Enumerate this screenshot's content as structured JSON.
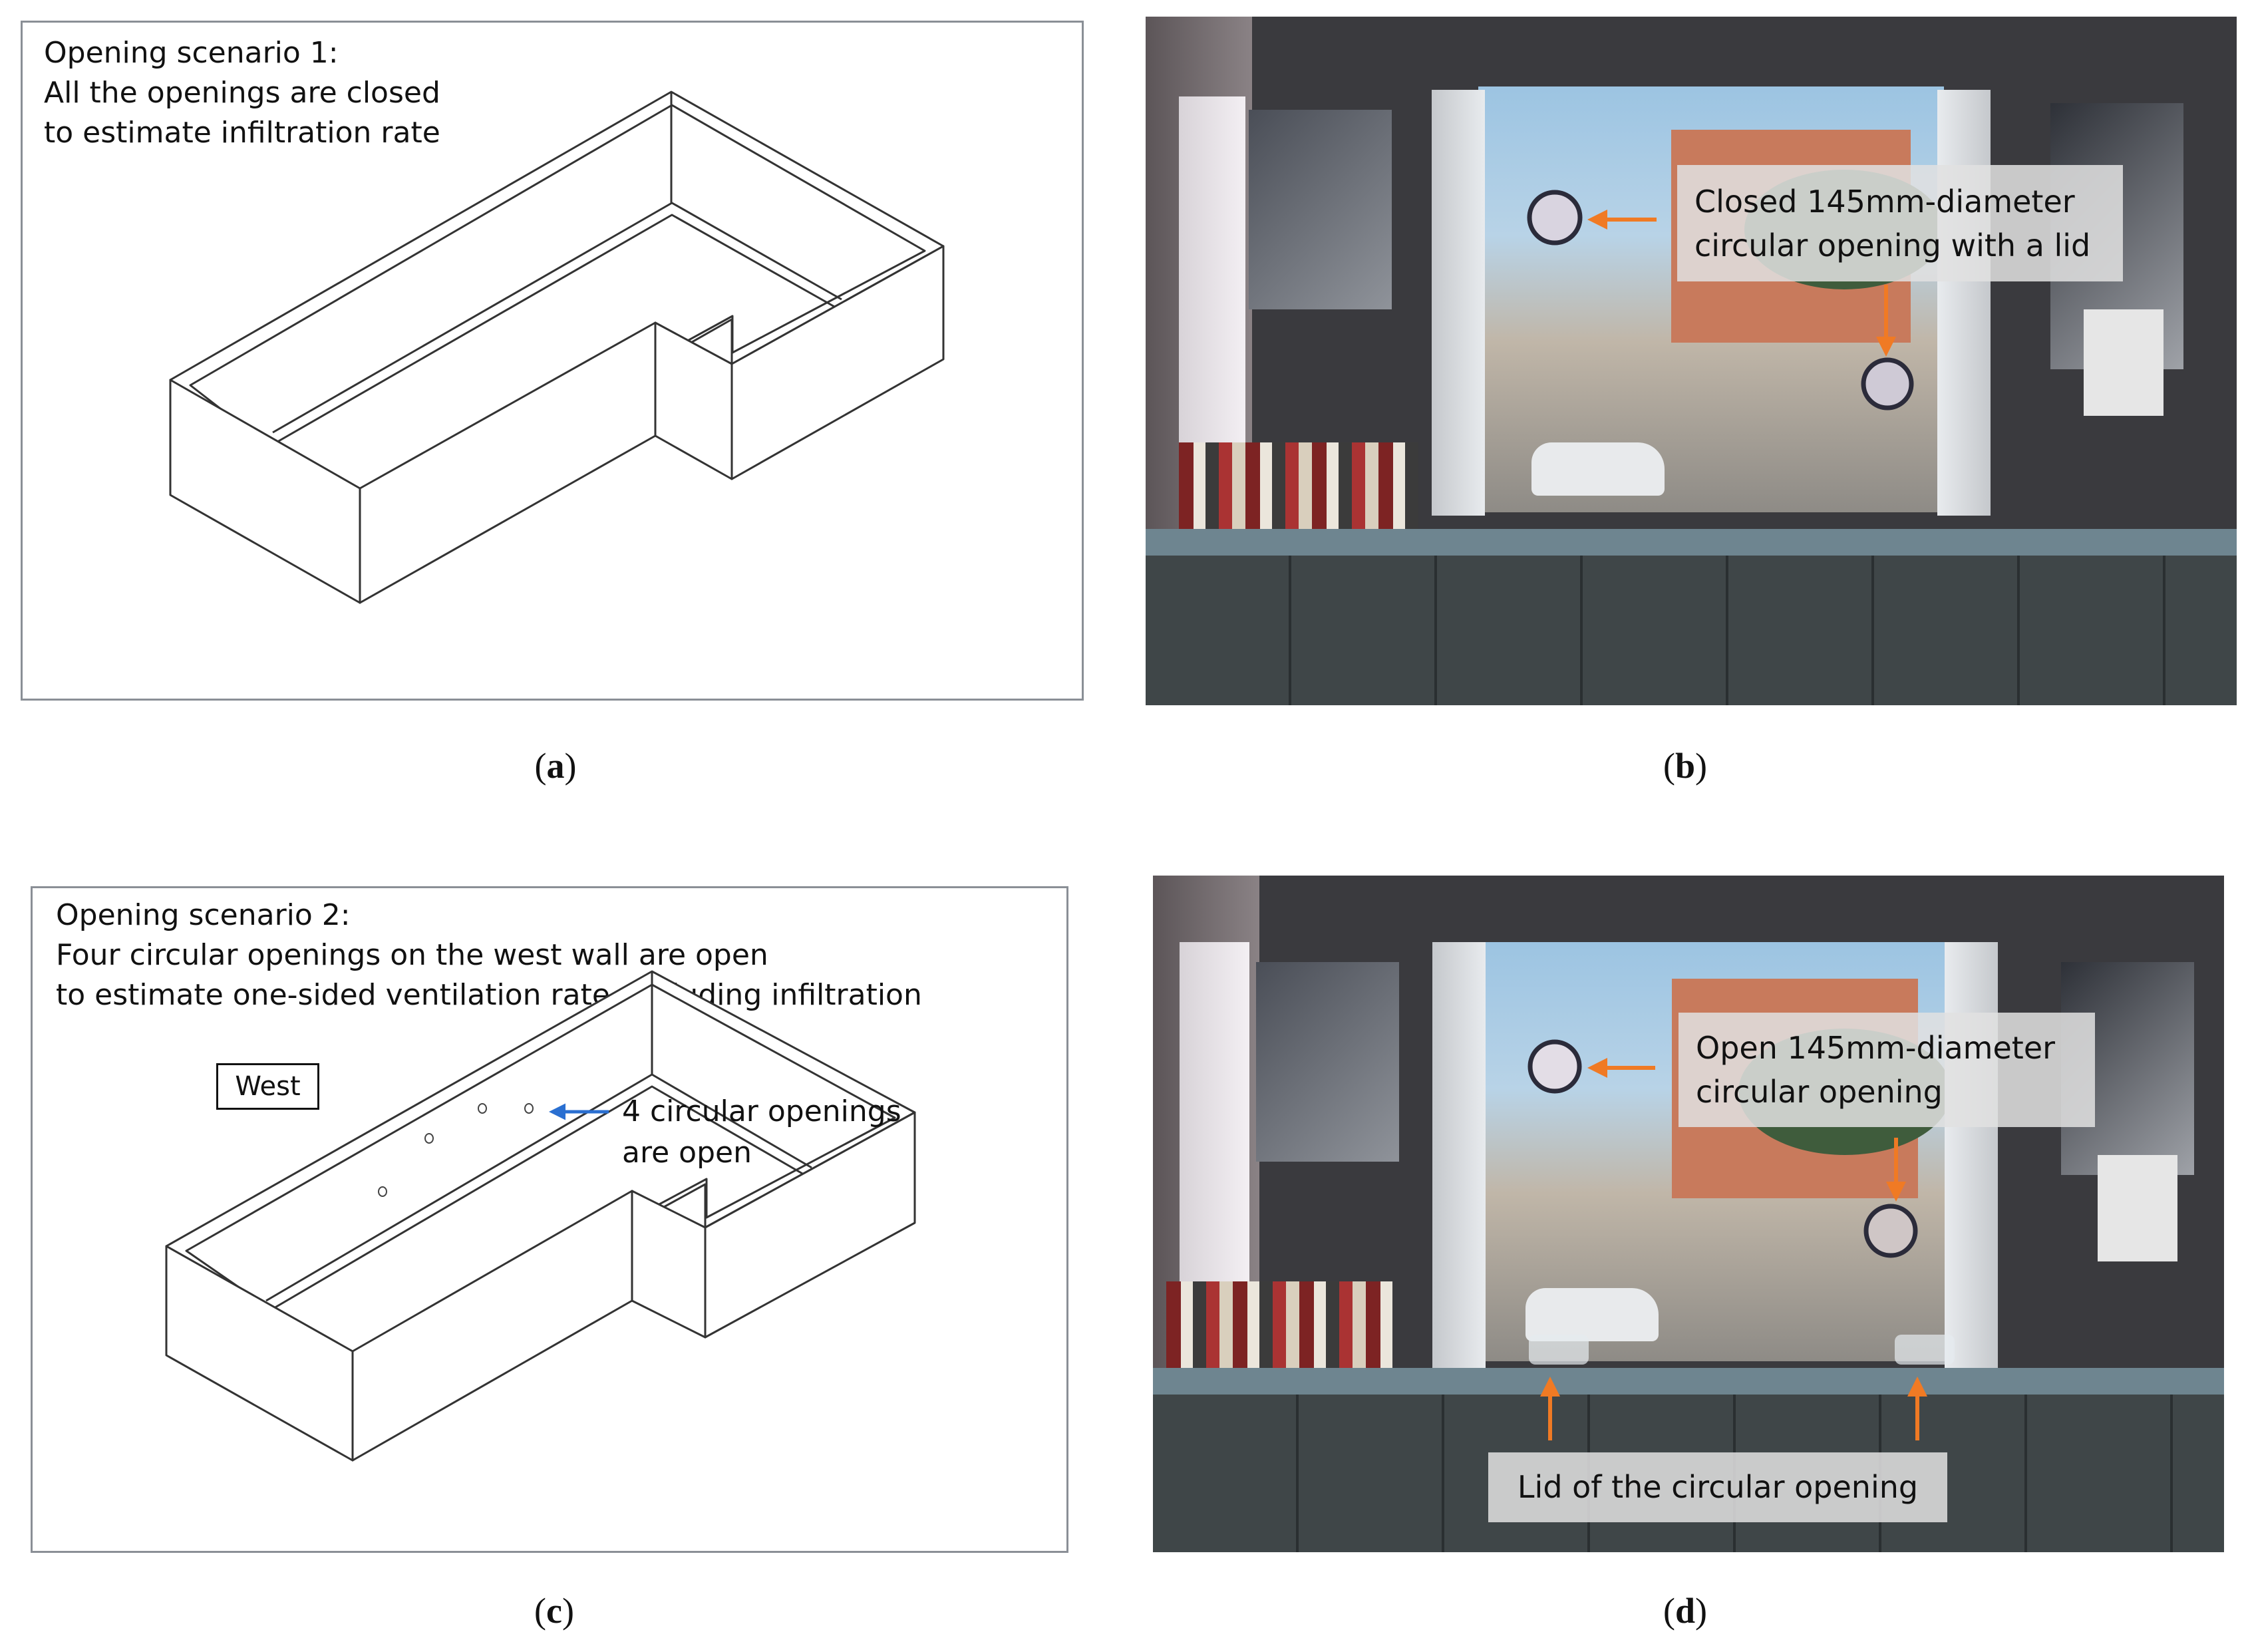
{
  "panels": {
    "a": {
      "caption_letter": "a",
      "title": "Opening scenario 1:",
      "lines": [
        "All the openings are closed",
        "to estimate infiltration rate"
      ]
    },
    "b": {
      "caption_letter": "b",
      "callout_lines": [
        "Closed 145mm-diameter",
        "circular opening with a lid"
      ]
    },
    "c": {
      "caption_letter": "c",
      "title": "Opening scenario 2:",
      "lines": [
        "Four circular openings on the west wall are open",
        "to estimate one-sided ventilation rate, including infiltration"
      ],
      "west_label": "West",
      "openings_label": [
        "4 circular openings",
        "are open"
      ]
    },
    "d": {
      "caption_letter": "d",
      "callout_lines": [
        "Open 145mm-diameter",
        "circular opening"
      ],
      "lid_label": "Lid of the circular opening"
    }
  },
  "colors": {
    "arrow_orange": "#f07a24",
    "arrow_blue": "#2a6fd1",
    "frame_gray": "#8a8f96"
  }
}
